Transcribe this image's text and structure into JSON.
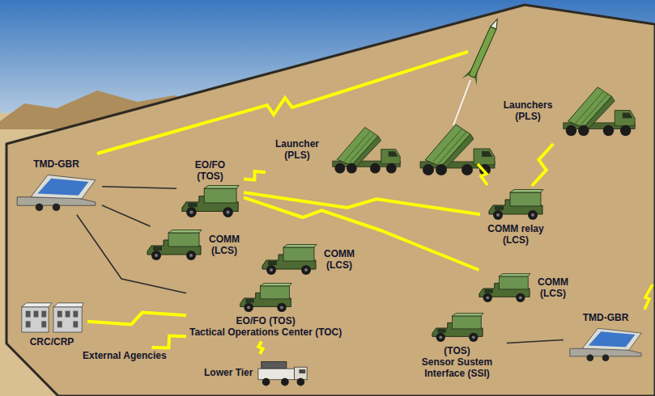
{
  "diagram": {
    "nodes": [
      {
        "text": [
          "Launchers (PLS)"
        ]
      },
      {
        "text": [
          "Launcher (PLS)"
        ]
      },
      {
        "text": [
          "TMD-GBR"
        ]
      },
      {
        "text": [
          "EO/FO (TOS)"
        ]
      },
      {
        "text": [
          "COMM relay (LCS)"
        ]
      },
      {
        "text": [
          "COMM (LCS)"
        ]
      },
      {
        "text": [
          "COMM (LCS)"
        ]
      },
      {
        "text": [
          "COMM (LCS)"
        ]
      },
      {
        "text": [
          "EO/FO (TOS)",
          "Tactical Operations Center (TOC)"
        ]
      },
      {
        "text": [
          "TMD-GBR"
        ]
      },
      {
        "text": [
          "(TOS)",
          "Sensor Sustem Interface (SSI)"
        ]
      },
      {
        "text": [
          "CRC/CRP"
        ]
      },
      {
        "text": [
          "External Agencies"
        ]
      },
      {
        "text": [
          "Lower Tier"
        ]
      }
    ],
    "edges": [
      {
        "from": 3,
        "to": 1,
        "arrow": "none"
      },
      {
        "from": 3,
        "to": 4,
        "arrow": "none"
      },
      {
        "from": 3,
        "to": 7,
        "arrow": "none"
      },
      {
        "from": 4,
        "to": 0,
        "arrow": "none"
      },
      {
        "from": 2,
        "to": 3,
        "arrow": "none"
      },
      {
        "from": 2,
        "to": 5,
        "arrow": "none"
      },
      {
        "from": 2,
        "to": 8,
        "arrow": "none"
      },
      {
        "from": 10,
        "to": 9,
        "arrow": "none"
      },
      {
        "from": 11,
        "to": 8,
        "arrow": "none"
      },
      {
        "from": 12,
        "to": 8,
        "arrow": "none"
      },
      {
        "from": 13,
        "to": 8,
        "arrow": "none"
      }
    ]
  }
}
